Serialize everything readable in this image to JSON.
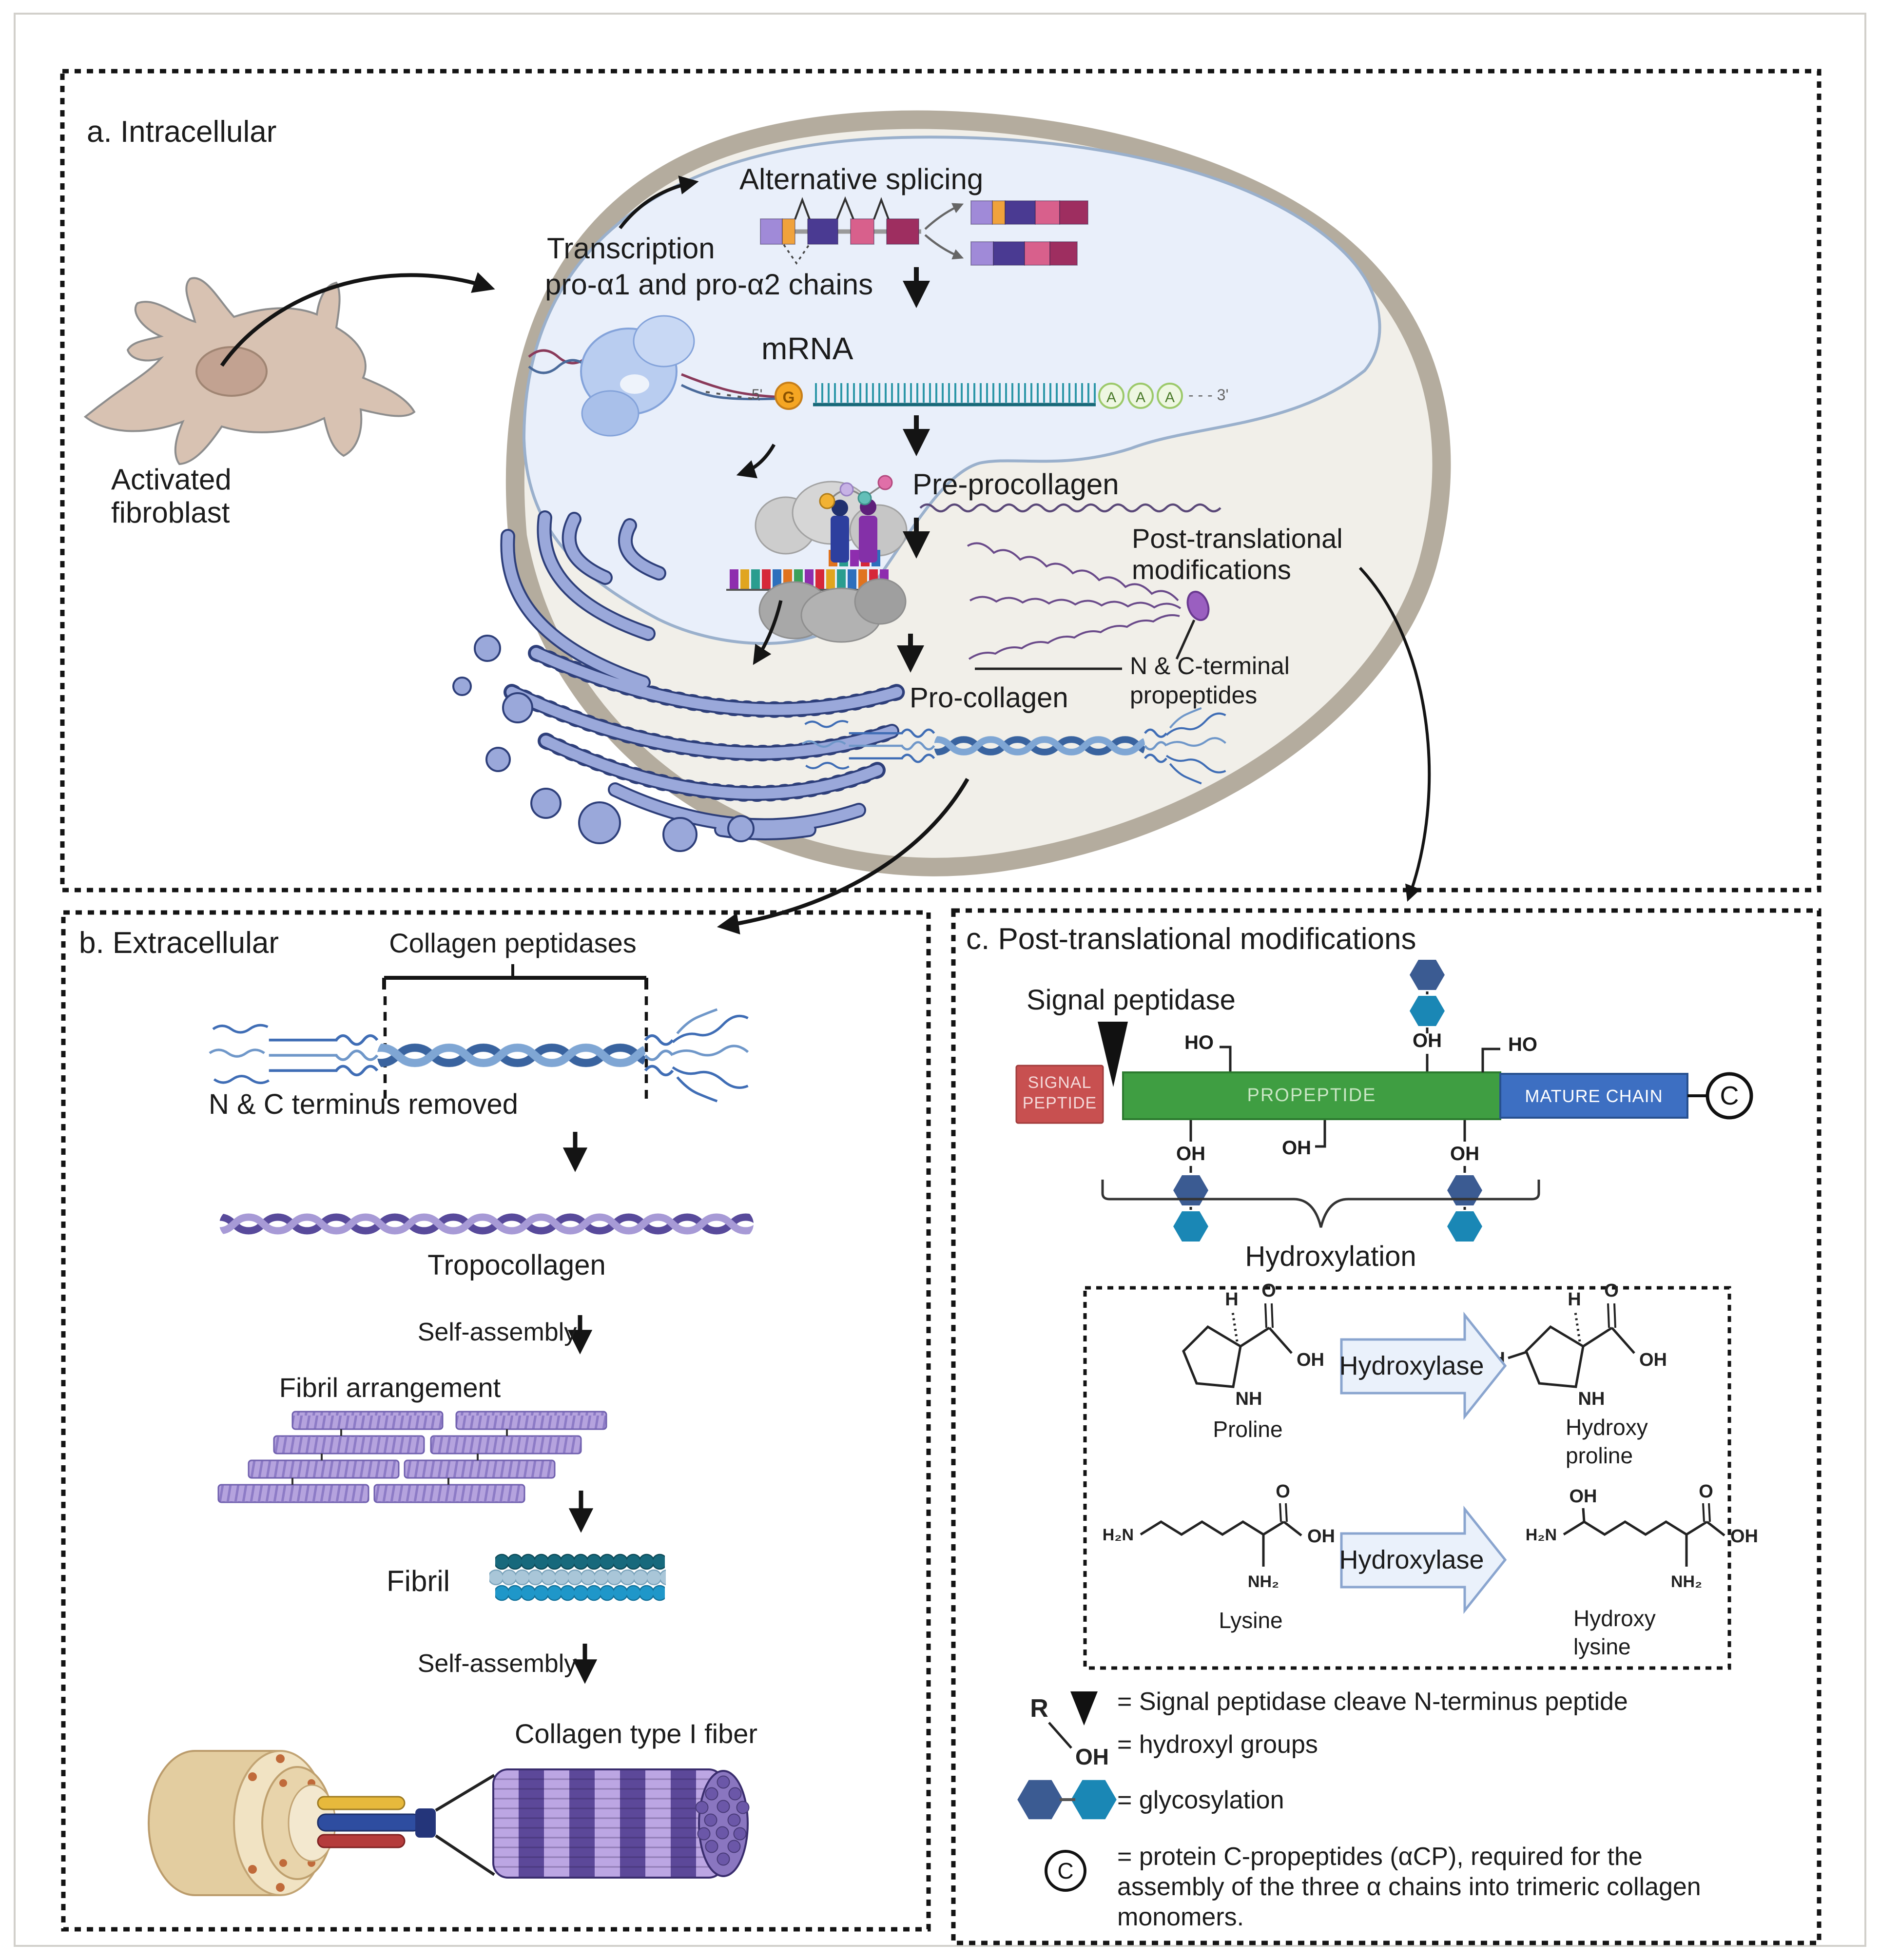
{
  "colors": {
    "signal_red": "#c85050",
    "propeptide_green": "#3f9e42",
    "mature_blue": "#3d6fc2",
    "glycan_dark": "#3b5b92",
    "glycan_teal": "#1a87b5",
    "exon_lpurple": "#a08ad8",
    "exon_orange": "#f0a23c",
    "exon_dpurple": "#4a3a92",
    "exon_pink": "#d8608c",
    "exon_magenta": "#9e2e60",
    "cell_membrane": "#b4ac9e",
    "cytoplasm": "#f1efe9",
    "nucleus": "#e9effa"
  },
  "panel_a": {
    "title": "a. Intracellular",
    "fibroblast_label_1": "Activated",
    "fibroblast_label_2": "fibroblast",
    "transcription_1": "Transcription",
    "transcription_2": "pro-α1 and pro-α2  chains",
    "alt_splicing": "Alternative splicing",
    "mrna": "mRNA",
    "five_prime": "5'",
    "cap_g": "G",
    "poly_a": "A",
    "three_prime": "- - - 3'",
    "pre_procollagen": "Pre-procollagen",
    "ptm_1": "Post-translational",
    "ptm_2": "modifications",
    "nc_prop_1": "N & C-terminal",
    "nc_prop_2": "propeptides",
    "pro_collagen": "Pro-collagen"
  },
  "panel_b": {
    "title": "b. Extracellular",
    "collagen_peptidases": "Collagen peptidases",
    "nc_terminus": "N & C terminus removed",
    "tropocollagen": "Tropocollagen",
    "self_assembly_1": "Self-assembly",
    "fibril_arrangement": "Fibril arrangement",
    "fibril": "Fibril",
    "self_assembly_2": "Self-assembly",
    "collagen_fiber": "Collagen type I fiber"
  },
  "panel_c": {
    "title": "c. Post-translational modifications",
    "signal_peptidase": "Signal peptidase",
    "ho": "HO",
    "oh": "OH",
    "signal_peptide_1": "SIGNAL",
    "signal_peptide_2": "PEPTIDE",
    "propeptide": "PROPEPTIDE",
    "mature_chain": "MATURE CHAIN",
    "c_propeptide": "C",
    "hydroxylation": "Hydroxylation",
    "hydroxylase": "Hydroxylase",
    "proline": "Proline",
    "hydroxy": "Hydroxy",
    "proline_lower": "proline",
    "lysine": "Lysine",
    "lysine_lower": "lysine",
    "chem": {
      "h": "H",
      "o": "O",
      "oh": "OH",
      "nh": "NH",
      "h2n": "H₂N",
      "nh2": "NH₂"
    },
    "legend": {
      "r": "R",
      "oh": "OH",
      "signal_line": "= Signal peptidase cleave N-terminus peptide",
      "hydroxyl_line": "= hydroxyl groups",
      "glyco_line": "= glycosylation",
      "c": "C",
      "cprop_1": "= protein C-propeptides (αCP), required for the",
      "cprop_2": "assembly of the three α chains into trimeric collagen",
      "cprop_3": "monomers."
    }
  }
}
